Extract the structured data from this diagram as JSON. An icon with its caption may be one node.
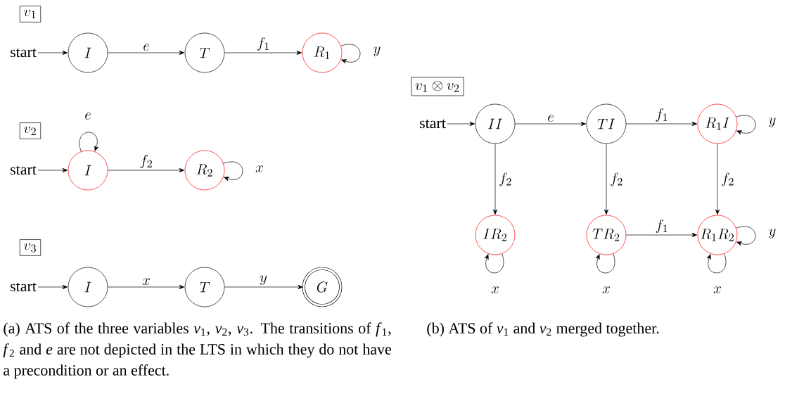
{
  "diagram": {
    "nodes": [
      {
        "text": [
          "v_1"
        ]
      },
      {
        "text": [
          "start"
        ]
      },
      {
        "text": [
          "I"
        ]
      },
      {
        "text": [
          "T"
        ]
      },
      {
        "text": [
          "R_1"
        ]
      },
      {
        "text": [
          "v_2"
        ]
      },
      {
        "text": [
          "start"
        ]
      },
      {
        "text": [
          "I"
        ]
      },
      {
        "text": [
          "R_2"
        ]
      },
      {
        "text": [
          "v_3"
        ]
      },
      {
        "text": [
          "start"
        ]
      },
      {
        "text": [
          "I"
        ]
      },
      {
        "text": [
          "T"
        ]
      },
      {
        "text": [
          "G"
        ]
      },
      {
        "text": [
          "v_1 \\otimes v_2"
        ]
      },
      {
        "text": [
          "start"
        ]
      },
      {
        "text": [
          "II"
        ]
      },
      {
        "text": [
          "TI"
        ]
      },
      {
        "text": [
          "R_1 I"
        ]
      },
      {
        "text": [
          "I R_2"
        ]
      },
      {
        "text": [
          "T R_2"
        ]
      },
      {
        "text": [
          "R_1 R_2"
        ]
      }
    ],
    "edges": [
      {
        "from": 1,
        "to": 2,
        "arrow": "to"
      },
      {
        "from": 2,
        "to": 3,
        "arrow": "to",
        "label": "e"
      },
      {
        "from": 3,
        "to": 4,
        "arrow": "to",
        "label": "f_1"
      },
      {
        "from": 4,
        "to": 4,
        "arrow": "to",
        "label": "y"
      },
      {
        "from": 6,
        "to": 7,
        "arrow": "to"
      },
      {
        "from": 7,
        "to": 7,
        "arrow": "to",
        "label": "e"
      },
      {
        "from": 7,
        "to": 8,
        "arrow": "to",
        "label": "f_2"
      },
      {
        "from": 8,
        "to": 8,
        "arrow": "to",
        "label": "x"
      },
      {
        "from": 10,
        "to": 11,
        "arrow": "to"
      },
      {
        "from": 11,
        "to": 12,
        "arrow": "to",
        "label": "x"
      },
      {
        "from": 12,
        "to": 13,
        "arrow": "to",
        "label": "y"
      },
      {
        "from": 15,
        "to": 16,
        "arrow": "to"
      },
      {
        "from": 16,
        "to": 17,
        "arrow": "to",
        "label": "e"
      },
      {
        "from": 17,
        "to": 18,
        "arrow": "to",
        "label": "f_1"
      },
      {
        "from": 18,
        "to": 18,
        "arrow": "to",
        "label": "y"
      },
      {
        "from": 16,
        "to": 19,
        "arrow": "to",
        "label": "f_2"
      },
      {
        "from": 17,
        "to": 20,
        "arrow": "to",
        "label": "f_2"
      },
      {
        "from": 18,
        "to": 21,
        "arrow": "to",
        "label": "f_2"
      },
      {
        "from": 20,
        "to": 21,
        "arrow": "to",
        "label": "f_1"
      },
      {
        "from": 19,
        "to": 19,
        "arrow": "to",
        "label": "x"
      },
      {
        "from": 20,
        "to": 20,
        "arrow": "to",
        "label": "x"
      },
      {
        "from": 21,
        "to": 21,
        "arrow": "to",
        "label": "y"
      },
      {
        "from": 21,
        "to": 21,
        "arrow": "to",
        "label": "x"
      }
    ],
    "labels": [
      "(a) ATS of the three variables *v*$_{1}$, *v*$_{2}$, *v*$_{3}$. The transitions of *f*$_{1}$, *f*$_{2}$ and *e* are not depicted in the LTS in which they do not have a precondition or an effect.",
      "(b) ATS of *v*$_{1}$ and *v*$_{2}$ merged together."
    ]
  }
}
